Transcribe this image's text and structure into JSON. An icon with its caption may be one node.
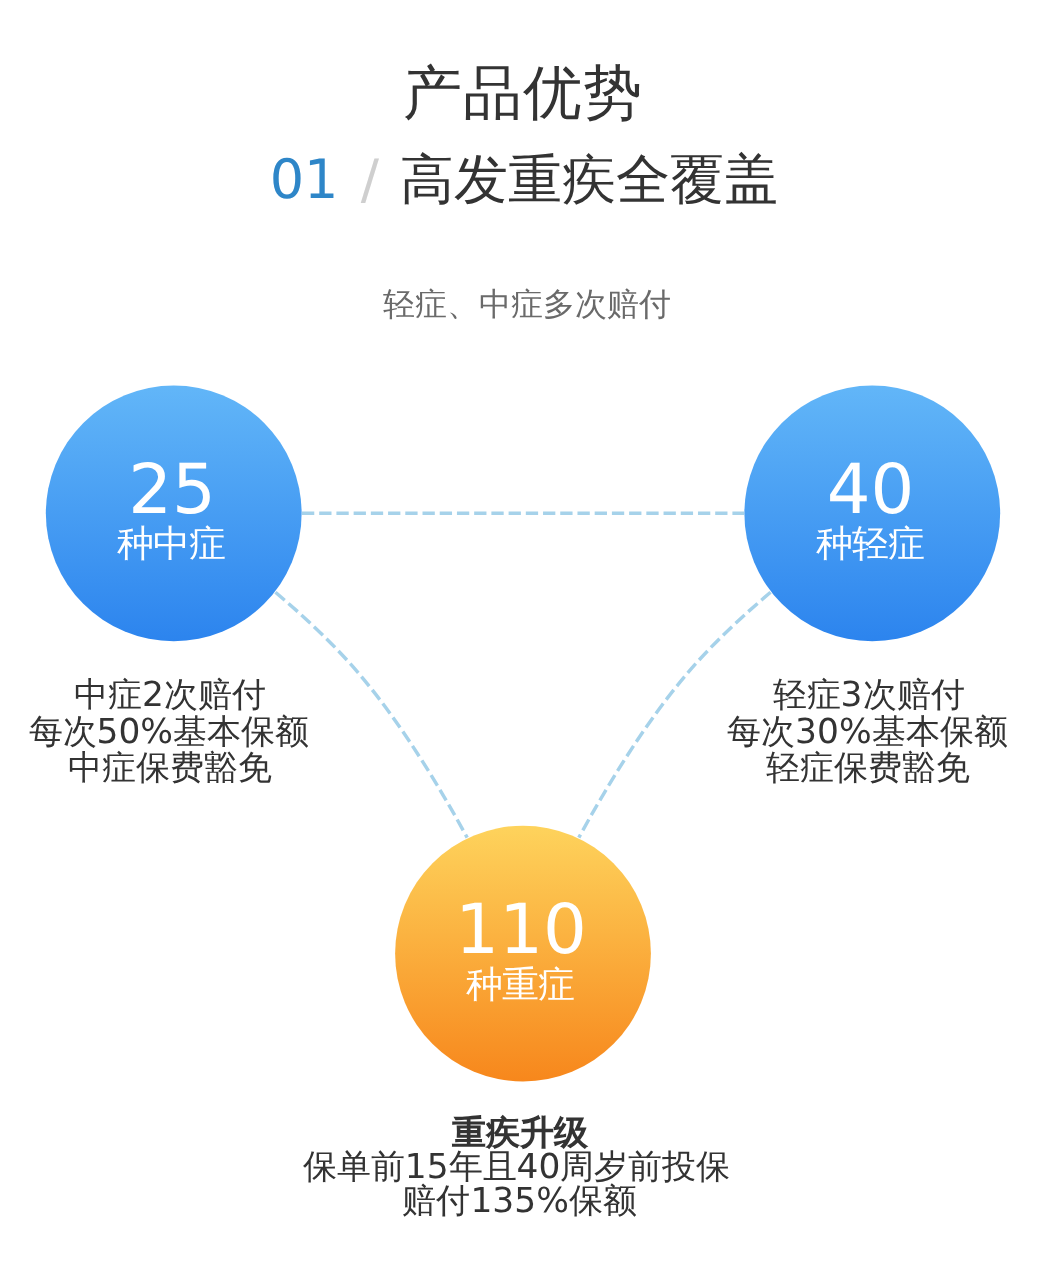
{
  "diagram": {
    "title": "产品优势",
    "nodes": [
      {
        "text": [
          "25",
          "种中症"
        ],
        "beside": [
          "中症2次赔付",
          "每次50%基本保额",
          "中症保费豁免"
        ]
      },
      {
        "text": [
          "40",
          "种轻症"
        ],
        "beside": [
          "轻症3次赔付",
          "每次30%基本保额",
          "轻症保费豁免"
        ]
      },
      {
        "text": [
          "110",
          "种重症"
        ],
        "beside": [
          "重疾升级",
          "保单前15年且40周岁前投保",
          "赔付135%保额"
        ]
      }
    ],
    "edges": [
      {
        "from": 0,
        "to": 1,
        "arrow": "none",
        "style": "dashed"
      },
      {
        "from": 0,
        "to": 2,
        "arrow": "none",
        "style": "dashed"
      },
      {
        "from": 1,
        "to": 2,
        "arrow": "none",
        "style": "dashed"
      }
    ],
    "labels": [
      "01",
      "/",
      "高发重疾全覆盖",
      "轻症、中症多次赔付"
    ]
  }
}
